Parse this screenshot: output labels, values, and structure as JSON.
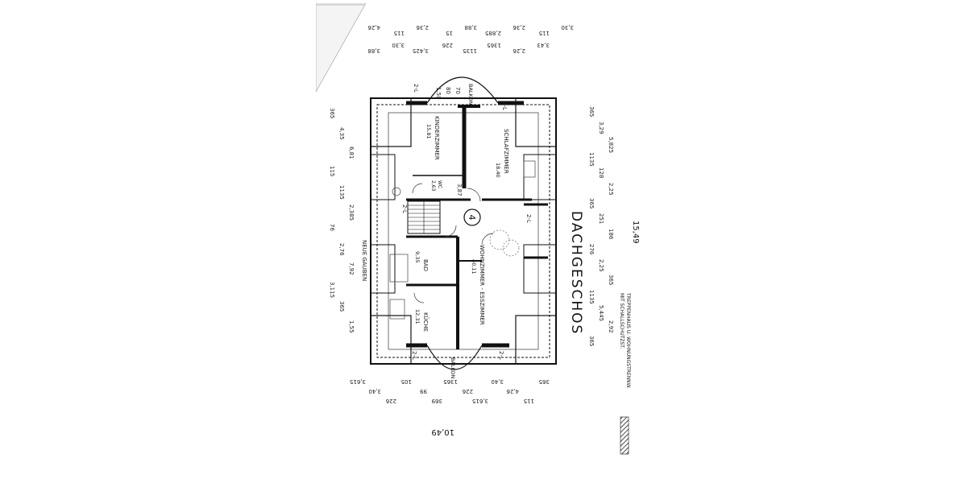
{
  "drawing": {
    "title": "DACHGESCHOS",
    "total_length": "15,49",
    "total_width": "10,49",
    "unit_number": "4",
    "legend_text_line1": "TREPPENHAUS U. WOHNUNGSTRENNW.",
    "legend_text_line2": "MIT SCHALLSCHUTZST.",
    "gauben_label": "NEUE GAUBEN"
  },
  "rooms": {
    "kinderzimmer": {
      "name": "KINDERZIMMER",
      "area": "15,81"
    },
    "schlafzimmer": {
      "name": "SCHLAFZIMMER",
      "area": "18,40"
    },
    "wc": {
      "name": "WC",
      "area": "2,63"
    },
    "bad": {
      "name": "BAD",
      "area": "9,35"
    },
    "wohnzimmer": {
      "name": "WOHNZIMMER - ESSZIMMER",
      "area": "40,11"
    },
    "kueche": {
      "name": "KÜCHE",
      "area": "12,31"
    },
    "balkon_top": {
      "name": "BALKON"
    },
    "balkon_bottom": {
      "name": "BALKON"
    }
  },
  "dimensions": {
    "top": [
      "4,26",
      "115",
      "2,36",
      "15",
      "3,88",
      "2,885",
      "2,36",
      "115",
      "3,30",
      "3,88",
      "3,30",
      "3,425",
      "226",
      "1135",
      "1365",
      "2,26",
      "3,43"
    ],
    "top_row2": [
      "1,50",
      "80",
      "70"
    ],
    "left": [
      "365",
      "4,35",
      "6,81",
      "115",
      "1135",
      "2,385",
      "76",
      "2,76",
      "7,92",
      "3,115",
      "365",
      "1,55"
    ],
    "right": [
      "365",
      "3,29",
      "5,825",
      "1135",
      "128",
      "2,25",
      "365",
      "251",
      "186",
      "276",
      "2,25",
      "365",
      "1135",
      "5,445",
      "2,92",
      "365"
    ],
    "bottom": [
      "3,615",
      "3,40",
      "226",
      "105",
      "99",
      "369",
      "1365",
      "226",
      "3,615",
      "3,40",
      "4,26",
      "115",
      "365"
    ],
    "misc": [
      "3,87",
      "2-L",
      "2-L",
      "2-L",
      "2-L",
      "2-L",
      "2-L"
    ]
  }
}
